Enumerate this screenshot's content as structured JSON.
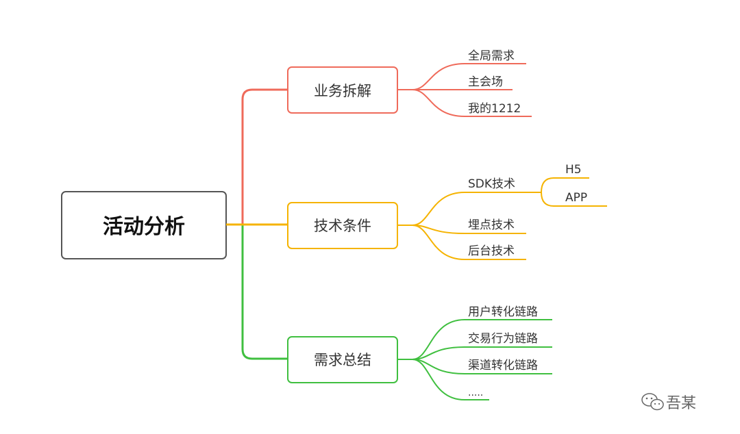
{
  "root": {
    "label": "活动分析"
  },
  "colors": {
    "red": "#ef6a5a",
    "orange": "#f5b300",
    "green": "#3fbf3f",
    "root_border": "#555555",
    "text": "#333333"
  },
  "branches": [
    {
      "label": "业务拆解",
      "leaves": [
        "全局需求",
        "主会场",
        "我的1212"
      ]
    },
    {
      "label": "技术条件",
      "leaves": [
        "SDK技术",
        "埋点技术",
        "后台技术"
      ],
      "sub_leaves": [
        "H5",
        "APP"
      ]
    },
    {
      "label": "需求总结",
      "leaves": [
        "用户转化链路",
        "交易行为链路",
        "渠道转化链路",
        "....."
      ]
    }
  ],
  "watermark": {
    "icon": "wechat-icon",
    "text": "吾某"
  }
}
